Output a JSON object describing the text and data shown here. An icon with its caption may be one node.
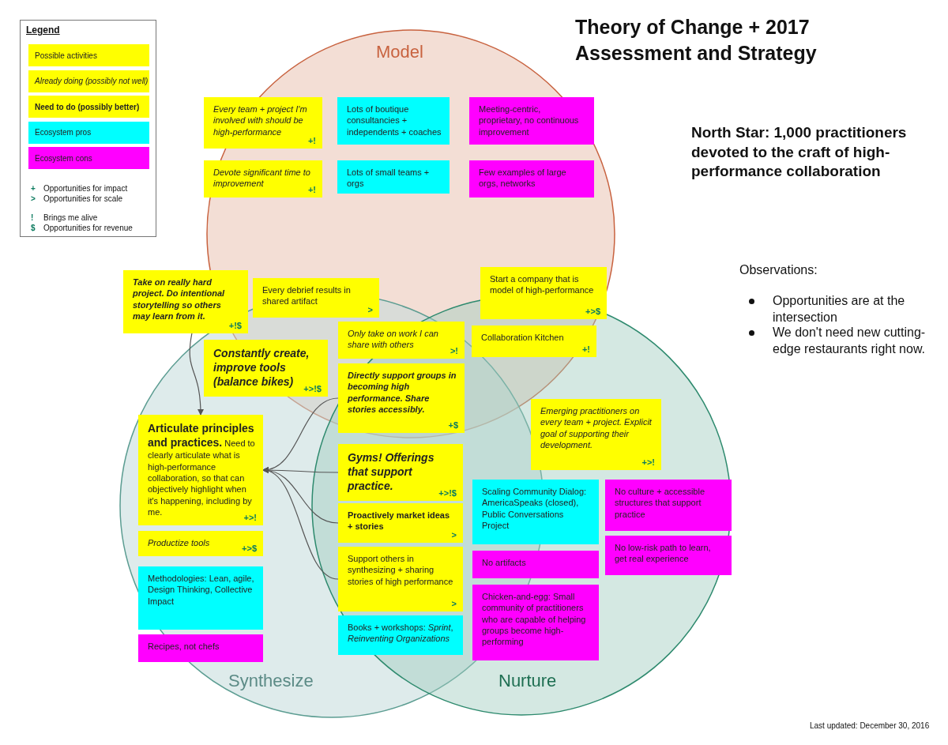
{
  "diagram": {
    "title": "Theory of Change + 2017 Assessment and Strategy",
    "nodes": [
      {
        "text": [
          "Every team + project I'm involved with should be high-performance",
          "+!"
        ]
      },
      {
        "text": [
          "Devote significant time to improvement",
          "+!"
        ]
      },
      {
        "text": [
          "Lots of boutique consultancies + independents + coaches"
        ]
      },
      {
        "text": [
          "Lots of small teams + orgs"
        ]
      },
      {
        "text": [
          "Meeting-centric, proprietary, no continuous improvement"
        ]
      },
      {
        "text": [
          "Few examples of large orgs, networks"
        ]
      },
      {
        "text": [
          "Take on really hard project. Do intentional storytelling so others may learn from it.",
          "+!$"
        ]
      },
      {
        "text": [
          "Every debrief results in shared artifact",
          ">"
        ]
      },
      {
        "text": [
          "Start a company that is model of high-performance",
          "+>$"
        ]
      },
      {
        "text": [
          "Only take on work I can share with others",
          ">!"
        ]
      },
      {
        "text": [
          "Collaboration Kitchen",
          "+!"
        ]
      },
      {
        "text": [
          "Constantly create, improve tools (balance bikes)",
          "+>!$"
        ]
      },
      {
        "text": [
          "Directly support groups in becoming high performance. Share stories accessibly.",
          "+$"
        ]
      },
      {
        "text": [
          "**Articulate principles and practices.** Need to clearly articulate what is high-performance collaboration, so that can objectively highlight when it's happening, including by me.",
          "+>!"
        ]
      },
      {
        "text": [
          "Emerging practitioners on every team + project. Explicit goal of supporting their development.",
          "+>!"
        ]
      },
      {
        "text": [
          "Gyms! Offerings that support practice.",
          "+>!$"
        ]
      },
      {
        "text": [
          "Scaling Community Dialog: AmericaSpeaks (closed), Public Conversations Project"
        ]
      },
      {
        "text": [
          "No culture + accessible structures that support practice"
        ]
      },
      {
        "text": [
          "Proactively market ideas + stories",
          ">"
        ]
      },
      {
        "text": [
          "Productize tools",
          "+>$"
        ]
      },
      {
        "text": [
          "No low-risk path to learn, get real experience"
        ]
      },
      {
        "text": [
          "No artifacts"
        ]
      },
      {
        "text": [
          "Support others in synthesizing + sharing stories of high performance",
          ">"
        ]
      },
      {
        "text": [
          "Methodologies: Lean, agile, Design Thinking, Collective Impact"
        ]
      },
      {
        "text": [
          "Chicken-and-egg: Small community of practitioners who are capable of helping groups become high-performing"
        ]
      },
      {
        "text": [
          "Books + workshops: *Sprint*, *Reinventing Organizations*"
        ]
      },
      {
        "text": [
          "Recipes, not chefs"
        ]
      }
    ],
    "edges": [
      {
        "from": 6,
        "to": 13,
        "arrow": "to"
      },
      {
        "from": 12,
        "to": 13,
        "arrow": "to"
      },
      {
        "from": 15,
        "to": 13,
        "arrow": "to"
      },
      {
        "from": 18,
        "to": 13,
        "arrow": "to"
      },
      {
        "from": 22,
        "to": 13,
        "arrow": "to"
      }
    ],
    "labels": [
      "Legend",
      "+",
      "Opportunities for impact",
      ">",
      "Opportunities for scale",
      "!",
      "Brings me alive",
      "$",
      "Opportunities for revenue",
      "Model",
      "North Star: 1,000 practitioners devoted to the craft of high-performance collaboration",
      "Observations:",
      "Opportunities are at the intersection",
      "We don't need new cutting-edge restaurants right now.",
      "Synthesize",
      "Nurture",
      "Last updated: December 30, 2016"
    ],
    "legend": [
      {
        "text": "Possible activities",
        "color": "#ffff00"
      },
      {
        "text": "Already doing (possibly not well)",
        "color": "#ffff00"
      },
      {
        "text": "Need to do (possibly better)",
        "color": "#ffff00"
      },
      {
        "text": "Ecosystem pros",
        "color": "#00ffff"
      },
      {
        "text": "Ecosystem cons",
        "color": "#ff00ff"
      }
    ]
  }
}
